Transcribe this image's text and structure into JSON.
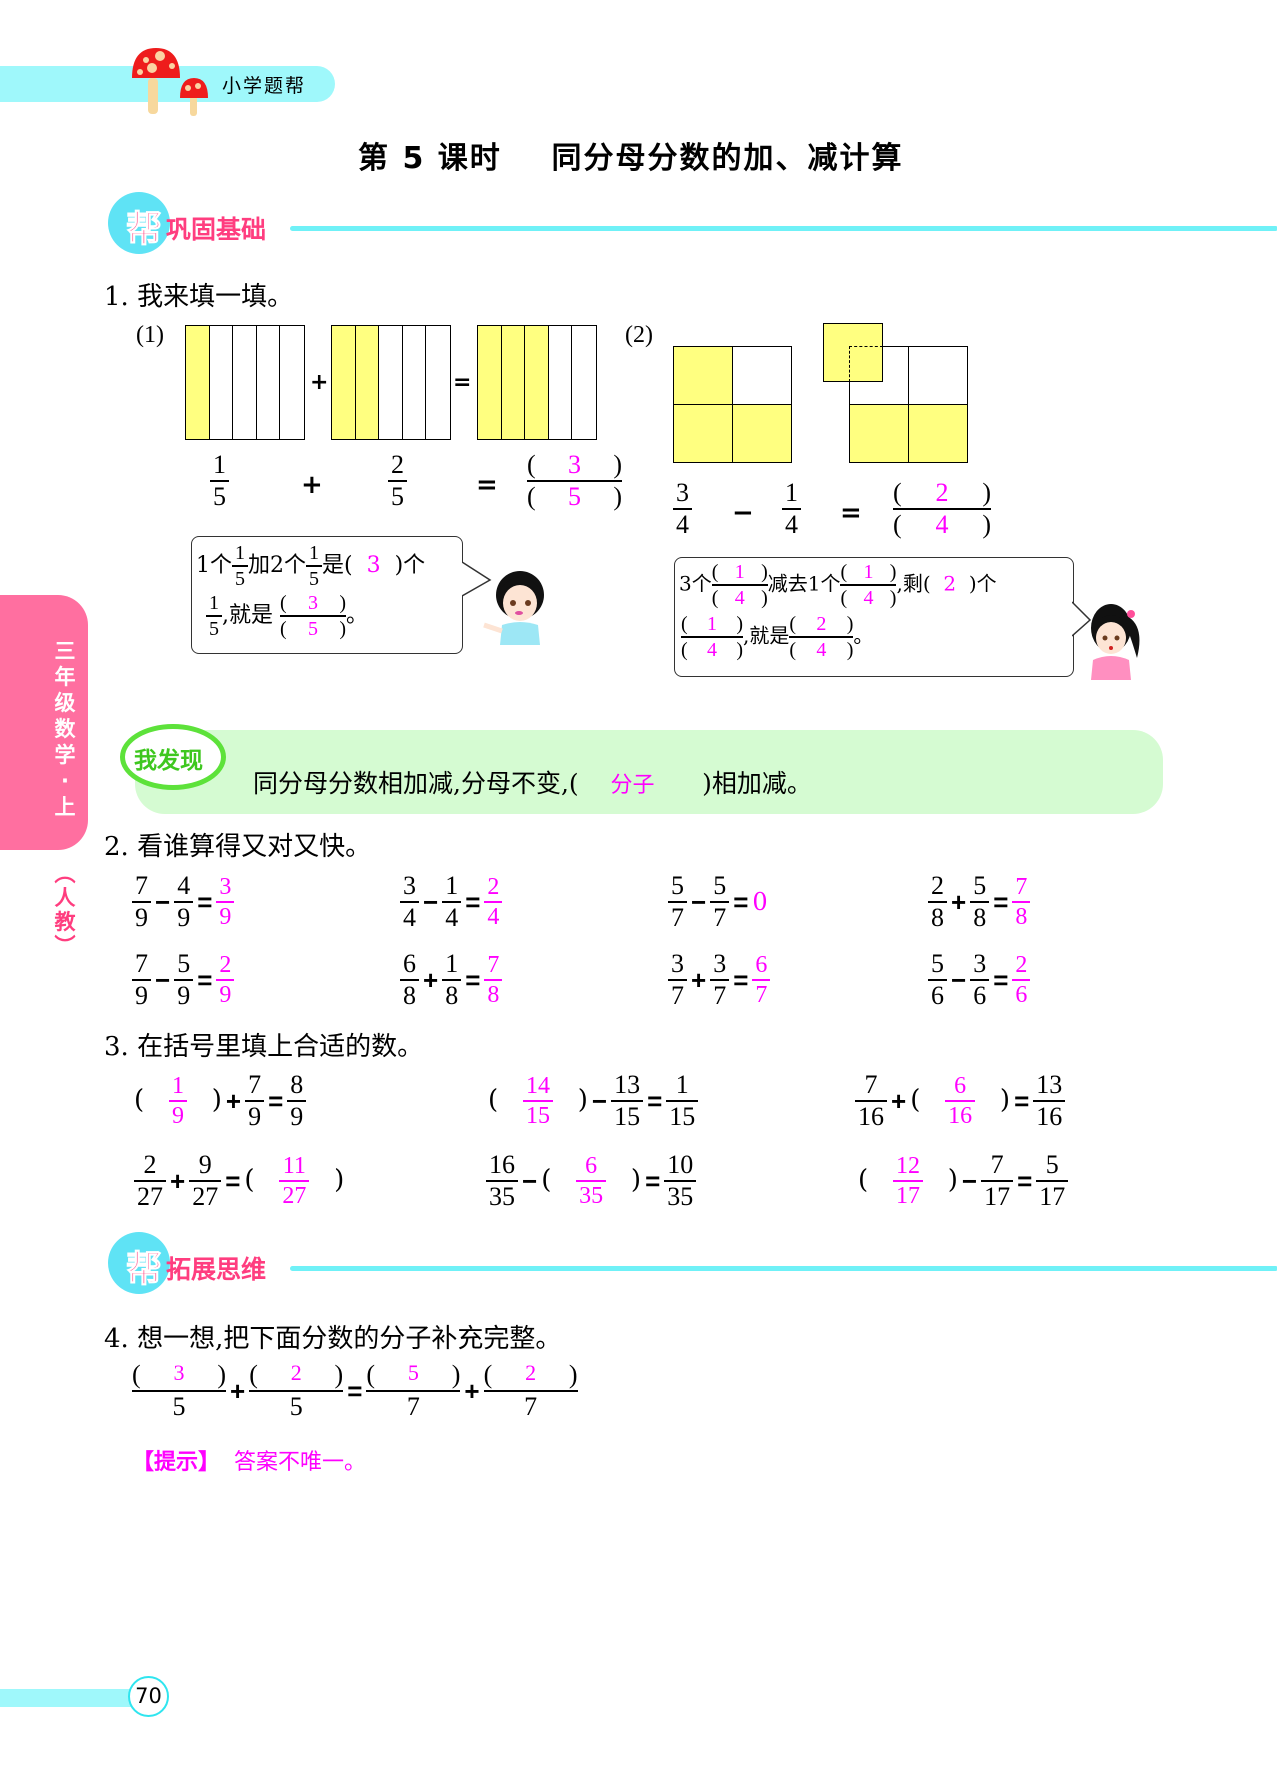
{
  "header": {
    "brand": "小学题帮",
    "lesson_title": "第 5 课时    同分母分数的加、减计算"
  },
  "sections": {
    "basic": {
      "badge": "帮",
      "title": "巩固基础"
    },
    "extend": {
      "badge": "帮",
      "title": "拓展思维"
    }
  },
  "side_tab": {
    "grade": [
      "三",
      "年",
      "级",
      "数",
      "学",
      "·",
      "上"
    ],
    "edition": [
      "︵",
      "人",
      "教",
      "︶"
    ]
  },
  "q1": {
    "title": "1. 我来填一填。",
    "part1": {
      "label": "(1)",
      "strips": [
        {
          "cells": 5,
          "filled": 1
        },
        {
          "cells": 5,
          "filled": 2
        },
        {
          "cells": 5,
          "filled": 3
        }
      ],
      "op1": "+",
      "op2": "=",
      "f1": {
        "num": "1",
        "den": "5"
      },
      "f2": {
        "num": "2",
        "den": "5"
      },
      "answer": {
        "num": "3",
        "den": "5"
      },
      "bubble": {
        "t1": "1个",
        "t2": "加2个",
        "t3": "是(",
        "blank": "3",
        "t4": ")个",
        "unit": {
          "num": "1",
          "den": "5"
        },
        "t5": ",就是",
        "ans": {
          "num": "3",
          "den": "5"
        },
        "t6": "。"
      }
    },
    "part2": {
      "label": "(2)",
      "op1": "−",
      "op2": "=",
      "f1": {
        "num": "3",
        "den": "4"
      },
      "f2": {
        "num": "1",
        "den": "4"
      },
      "answer": {
        "num": "2",
        "den": "4"
      },
      "bubble": {
        "t1": "3个",
        "a1": {
          "num": "1",
          "den": "4"
        },
        "t2": "减去1个",
        "a2": {
          "num": "1",
          "den": "4"
        },
        "t3": ",剩(",
        "blank": "2",
        "t4": ")个",
        "a3": {
          "num": "1",
          "den": "4"
        },
        "t5": ",就是",
        "a4": {
          "num": "2",
          "den": "4"
        },
        "t6": "。"
      }
    }
  },
  "discovery": {
    "label": "我发现",
    "text_before": "同分母分数相加减,分母不变,(",
    "answer": "分子",
    "text_after": ")相加减。"
  },
  "q2": {
    "title": "2. 看谁算得又对又快。",
    "items": [
      {
        "a": {
          "n": "7",
          "d": "9"
        },
        "op": "−",
        "b": {
          "n": "4",
          "d": "9"
        },
        "ans": {
          "n": "3",
          "d": "9"
        }
      },
      {
        "a": {
          "n": "3",
          "d": "4"
        },
        "op": "−",
        "b": {
          "n": "1",
          "d": "4"
        },
        "ans": {
          "n": "2",
          "d": "4"
        }
      },
      {
        "a": {
          "n": "5",
          "d": "7"
        },
        "op": "−",
        "b": {
          "n": "5",
          "d": "7"
        },
        "ans_whole": "0"
      },
      {
        "a": {
          "n": "2",
          "d": "8"
        },
        "op": "+",
        "b": {
          "n": "5",
          "d": "8"
        },
        "ans": {
          "n": "7",
          "d": "8"
        }
      },
      {
        "a": {
          "n": "7",
          "d": "9"
        },
        "op": "−",
        "b": {
          "n": "5",
          "d": "9"
        },
        "ans": {
          "n": "2",
          "d": "9"
        }
      },
      {
        "a": {
          "n": "6",
          "d": "8"
        },
        "op": "+",
        "b": {
          "n": "1",
          "d": "8"
        },
        "ans": {
          "n": "7",
          "d": "8"
        }
      },
      {
        "a": {
          "n": "3",
          "d": "7"
        },
        "op": "+",
        "b": {
          "n": "3",
          "d": "7"
        },
        "ans": {
          "n": "6",
          "d": "7"
        }
      },
      {
        "a": {
          "n": "5",
          "d": "6"
        },
        "op": "−",
        "b": {
          "n": "3",
          "d": "6"
        },
        "ans": {
          "n": "2",
          "d": "6"
        }
      }
    ]
  },
  "q3": {
    "title": "3. 在括号里填上合适的数。",
    "items": [
      {
        "blank": {
          "n": "1",
          "d": "9"
        },
        "op": "+",
        "b": {
          "n": "7",
          "d": "9"
        },
        "c": {
          "n": "8",
          "d": "9"
        }
      },
      {
        "blank": {
          "n": "14",
          "d": "15"
        },
        "op": "−",
        "b": {
          "n": "13",
          "d": "15"
        },
        "c": {
          "n": "1",
          "d": "15"
        }
      },
      {
        "a": {
          "n": "7",
          "d": "16"
        },
        "op": "+",
        "blank": {
          "n": "6",
          "d": "16"
        },
        "c": {
          "n": "13",
          "d": "16"
        }
      },
      {
        "a": {
          "n": "2",
          "d": "27"
        },
        "op": "+",
        "b": {
          "n": "9",
          "d": "27"
        },
        "blank": {
          "n": "11",
          "d": "27"
        }
      },
      {
        "a": {
          "n": "16",
          "d": "35"
        },
        "op": "−",
        "blank": {
          "n": "6",
          "d": "35"
        },
        "c": {
          "n": "10",
          "d": "35"
        }
      },
      {
        "blank": {
          "n": "12",
          "d": "17"
        },
        "op": "−",
        "b": {
          "n": "7",
          "d": "17"
        },
        "c": {
          "n": "5",
          "d": "17"
        }
      }
    ]
  },
  "q4": {
    "title": "4. 想一想,把下面分数的分子补充完整。",
    "terms": [
      {
        "num": "3",
        "den": "5"
      },
      {
        "num": "2",
        "den": "5"
      },
      {
        "num": "5",
        "den": "7"
      },
      {
        "num": "2",
        "den": "7"
      }
    ],
    "ops": [
      "+",
      "=",
      "+"
    ],
    "hint_label": "【提示】",
    "hint_text": "答案不唯一。"
  },
  "footer": {
    "page": "70"
  },
  "colors": {
    "answer": "#ff00ff",
    "section": "#ff3d7f",
    "accent_cyan": "#6ff1f7",
    "fill_yellow": "#ffff80",
    "tab_pink": "#ff6fa0",
    "discover_bg": "#d5fbd2"
  }
}
